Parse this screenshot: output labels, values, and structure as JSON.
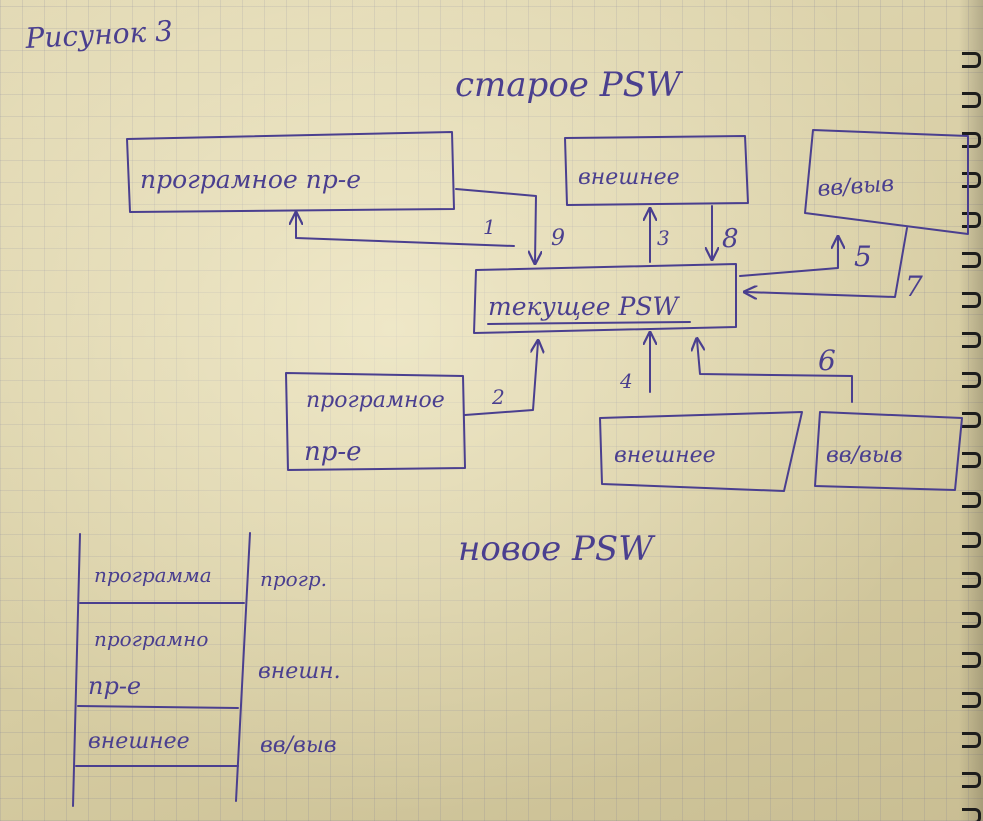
{
  "title": "Рисунок 3",
  "old_psw_label": "старое PSW",
  "new_psw_label": "новое PSW",
  "boxes": {
    "program_top": "програмное пр-е",
    "external_top": "внешнее",
    "io_top": "вв/выв",
    "current_psw": "текущее PSW",
    "program_bottom_line1": "програмное",
    "program_bottom_line2": "пр-е",
    "external_bottom": "внешнее",
    "io_bottom": "вв/выв"
  },
  "arrow_numbers": {
    "n1": "1",
    "n2": "2",
    "n3": "3",
    "n4": "4",
    "n5": "5",
    "n6": "6",
    "n7": "7",
    "n8": "8",
    "n9": "9"
  },
  "table": {
    "rows": [
      {
        "cell_lines": [
          "программа"
        ],
        "side": "прогр."
      },
      {
        "cell_lines": [
          "програмно",
          "пр-е"
        ],
        "side": "внешн."
      },
      {
        "cell_lines": [
          "внешнее"
        ],
        "side": "вв/выв"
      }
    ]
  },
  "colors": {
    "ink": "#4a3f8f",
    "paper": "#ddd4ad",
    "grid": "#8a8aa0"
  }
}
